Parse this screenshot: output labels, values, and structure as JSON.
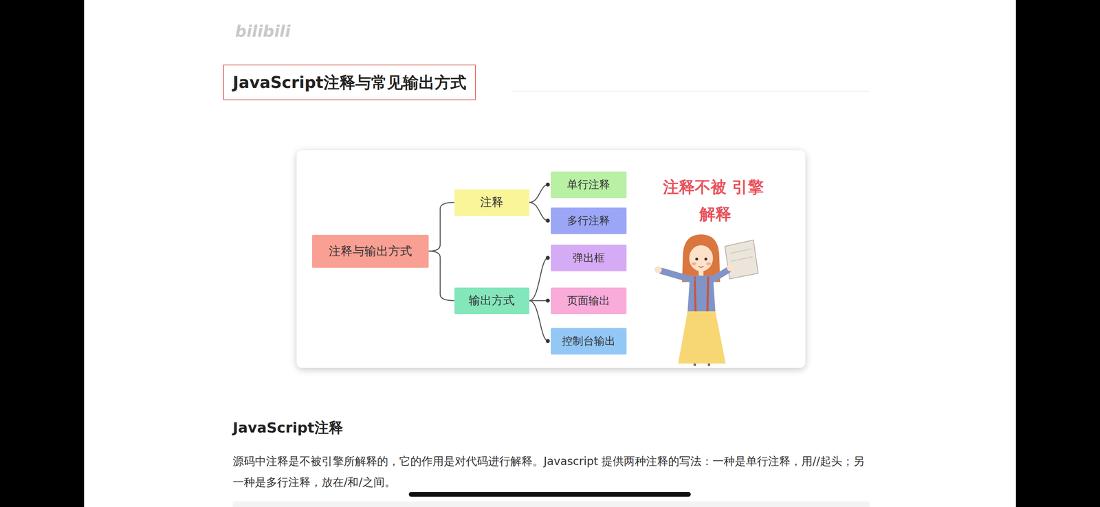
{
  "diagram": {
    "title": "JavaScript注释与常见输出方式",
    "nodes": [
      {
        "text": [
          "注释与输出方式"
        ]
      },
      {
        "text": [
          "注释"
        ]
      },
      {
        "text": [
          "单行注释"
        ]
      },
      {
        "text": [
          "多行注释"
        ]
      },
      {
        "text": [
          "输出方式"
        ]
      },
      {
        "text": [
          "弹出框"
        ]
      },
      {
        "text": [
          "页面输出"
        ]
      },
      {
        "text": [
          "控制台输出"
        ]
      }
    ],
    "edges": [
      {
        "from": 0,
        "to": 1,
        "arrow": "none"
      },
      {
        "from": 0,
        "to": 4,
        "arrow": "none"
      },
      {
        "from": 1,
        "to": 2,
        "arrow": "none"
      },
      {
        "from": 1,
        "to": 3,
        "arrow": "none"
      },
      {
        "from": 4,
        "to": 5,
        "arrow": "none"
      },
      {
        "from": 4,
        "to": 6,
        "arrow": "none"
      },
      {
        "from": 4,
        "to": 7,
        "arrow": "none"
      }
    ],
    "labels": [
      "bilibili",
      "注释不被 引擎解释",
      "JavaScript注释",
      "源码中注释是不被引擎所解释的，它的作用是对代码进行解释。Javascript 提供两种注释的写法：一种是单行注释，用//起头；另一种是多行注释，放在/和/之间。"
    ]
  }
}
